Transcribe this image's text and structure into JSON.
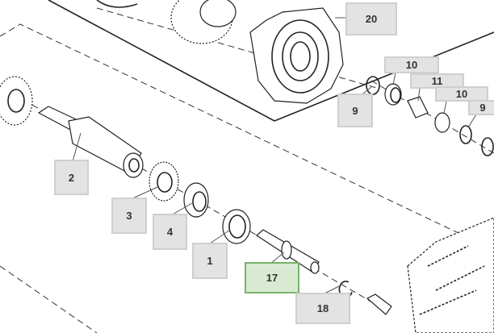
{
  "diagram": {
    "callouts": [
      {
        "id": "20",
        "label": "20"
      },
      {
        "id": "10a",
        "label": "10"
      },
      {
        "id": "11",
        "label": "11"
      },
      {
        "id": "10b",
        "label": "10"
      },
      {
        "id": "9b",
        "label": "9"
      },
      {
        "id": "9a",
        "label": "9"
      },
      {
        "id": "2",
        "label": "2"
      },
      {
        "id": "3",
        "label": "3"
      },
      {
        "id": "4",
        "label": "4"
      },
      {
        "id": "1",
        "label": "1"
      },
      {
        "id": "17",
        "label": "17",
        "highlighted": true
      },
      {
        "id": "18",
        "label": "18"
      }
    ],
    "colors": {
      "callout_fill": "#e3e3e3",
      "callout_border": "#cfcfcf",
      "highlight_fill": "#d9ead3",
      "highlight_border": "#77b36a"
    }
  }
}
